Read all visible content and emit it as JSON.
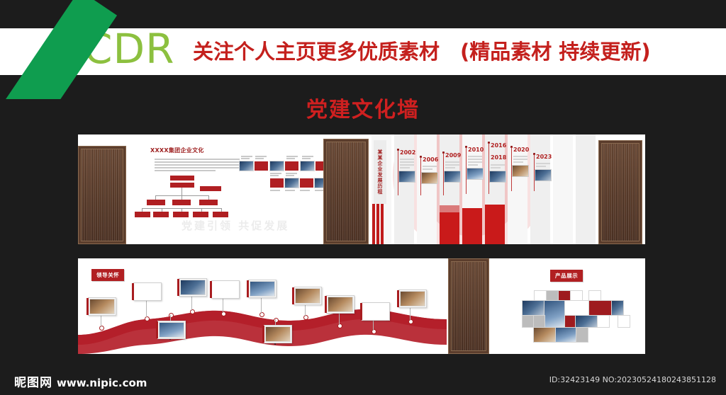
{
  "banner": {
    "logo": "CDR",
    "promo_text": "关注个人主页更多优质素材　(精品素材 持续更新)",
    "logo_color": "#8cc03f",
    "promo_color": "#c4201d",
    "stripe_color": "#0f9d4f"
  },
  "page": {
    "title": "党建文化墙",
    "title_color": "#cf2020",
    "background": "#1c1c1c"
  },
  "upper_board": {
    "culture_title": "XXXX集团企业文化",
    "watermark": "党建引领 共促发展",
    "org_chart": {
      "header_lines": 5,
      "level1_boxes": 1,
      "level2_boxes": 2,
      "level3_boxes": 3,
      "level4_boxes": 5
    },
    "photo_strip": {
      "row1_tiles": 6,
      "row2_tiles": 4
    },
    "timeline": {
      "title": "某某企业发展历程",
      "years": [
        "2002",
        "2006",
        "2009",
        "2010",
        "2016",
        "2018",
        "2020",
        "2023"
      ],
      "accent_color": "#c91a1a"
    }
  },
  "lower_board": {
    "leader_label": "领导关怀",
    "product_label": "产品展示",
    "ribbon_color": "#b11f22",
    "photo_frames": 10,
    "product_cells": 22
  },
  "footer": {
    "brand_cn": "昵图网",
    "brand_url": "www.nipic.com",
    "id_code": "ID:32423149 NO:20230524180243851128"
  }
}
